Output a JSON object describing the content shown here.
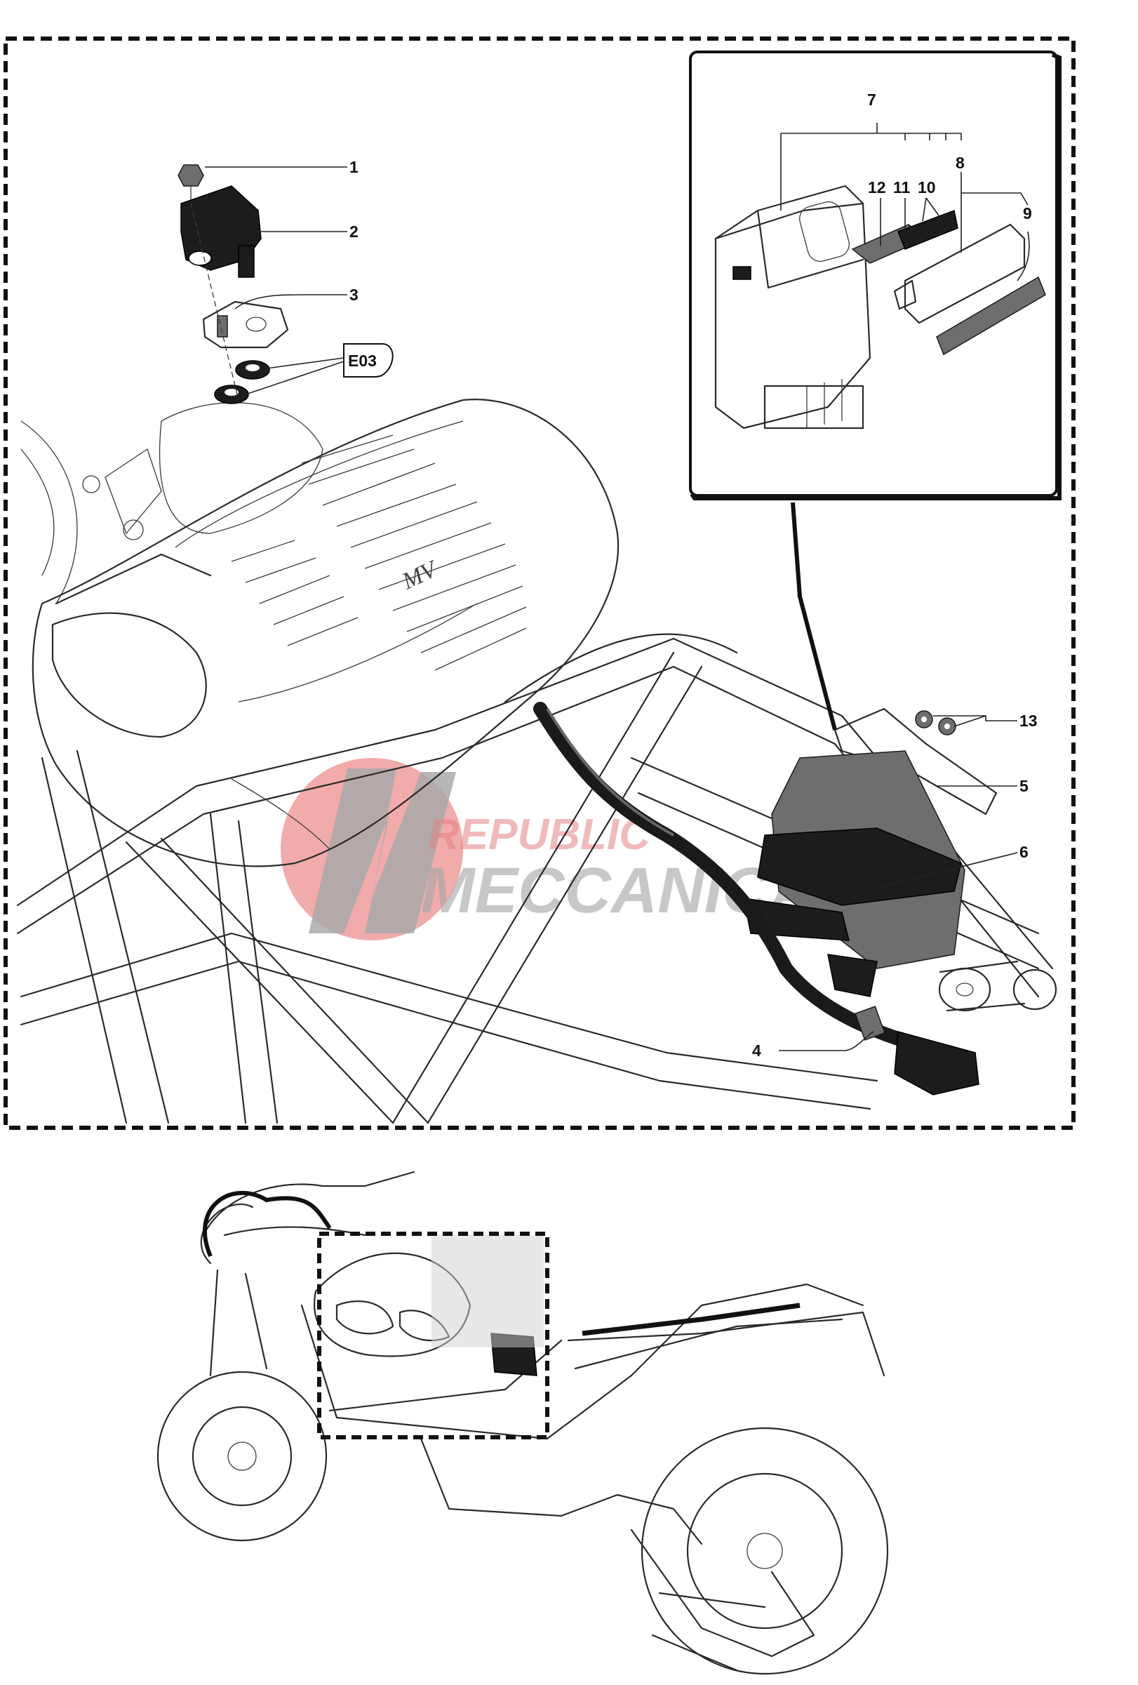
{
  "callouts": [
    {
      "id": "1",
      "label": "1"
    },
    {
      "id": "2",
      "label": "2"
    },
    {
      "id": "3",
      "label": "3"
    },
    {
      "id": "4",
      "label": "4"
    },
    {
      "id": "5",
      "label": "5"
    },
    {
      "id": "6",
      "label": "6"
    },
    {
      "id": "7",
      "label": "7"
    },
    {
      "id": "8",
      "label": "8"
    },
    {
      "id": "9",
      "label": "9"
    },
    {
      "id": "10",
      "label": "10"
    },
    {
      "id": "11",
      "label": "11"
    },
    {
      "id": "12",
      "label": "12"
    },
    {
      "id": "13",
      "label": "13"
    }
  ],
  "reference_tag": "E03",
  "watermark": {
    "line1": "REPUBLIC",
    "line2": "MECCANICA",
    "color": "#e87a7a"
  },
  "colors": {
    "ink": "#111111",
    "watermark_red": "#e06a6a",
    "watermark_grey": "#9a9a9a"
  }
}
